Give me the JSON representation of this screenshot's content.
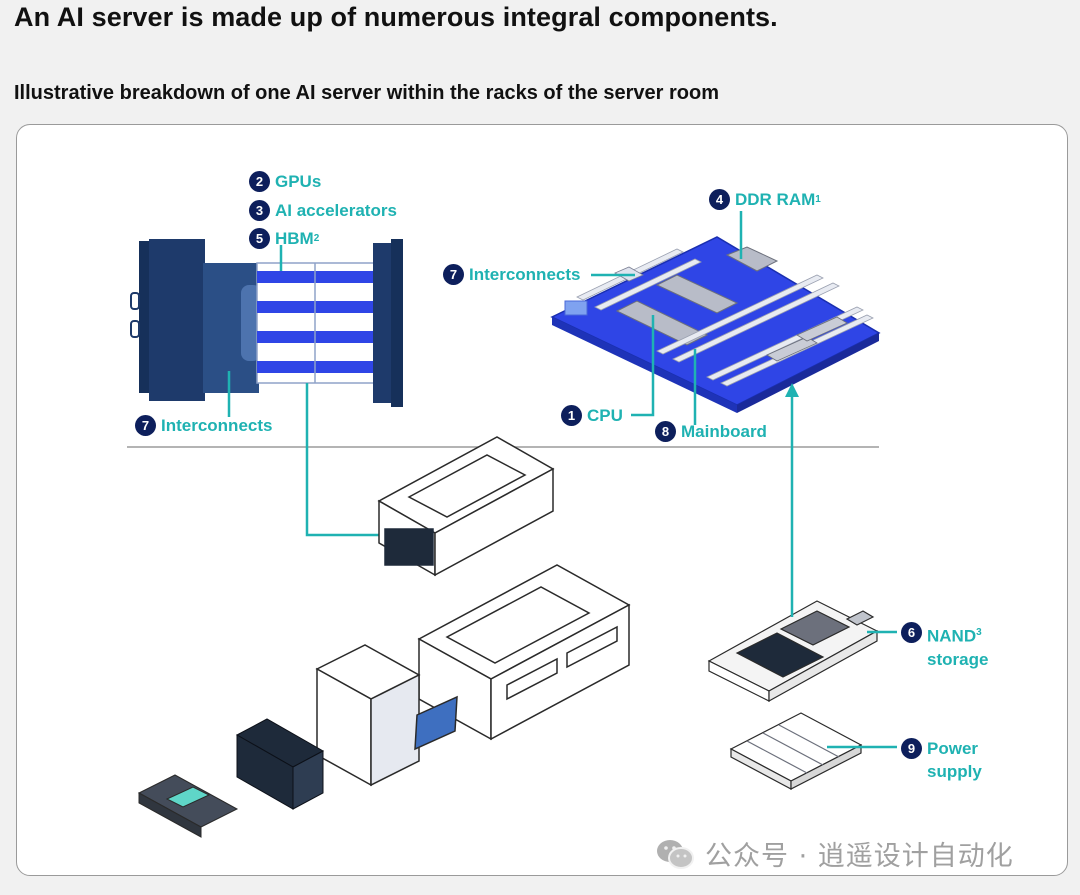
{
  "title": "An AI server is made up of numerous integral components.",
  "subtitle": "Illustrative breakdown of one AI server within the racks of the server room",
  "colors": {
    "accent": "#1fb2b2",
    "badge": "#0d1f5c",
    "board": "#2f45e6",
    "dark_blue": "#1e3a6b"
  },
  "labels": {
    "gpus": {
      "num": "2",
      "text": "GPUs"
    },
    "ai_accelerators": {
      "num": "3",
      "text": "AI accelerators"
    },
    "hbm": {
      "num": "5",
      "text": "HBM",
      "sup": "2"
    },
    "interconnects_left": {
      "num": "7",
      "text": "Interconnects"
    },
    "interconnects_right": {
      "num": "7",
      "text": "Interconnects"
    },
    "ddr_ram": {
      "num": "4",
      "text": "DDR RAM",
      "sup": "1"
    },
    "cpu": {
      "num": "1",
      "text": "CPU"
    },
    "mainboard": {
      "num": "8",
      "text": "Mainboard"
    },
    "nand": {
      "num": "6",
      "text": "NAND",
      "sup": "3",
      "line2": "storage"
    },
    "power": {
      "num": "9",
      "text": "Power",
      "line2": "supply"
    }
  },
  "watermark": "公众号 · 逍遥设计自动化"
}
